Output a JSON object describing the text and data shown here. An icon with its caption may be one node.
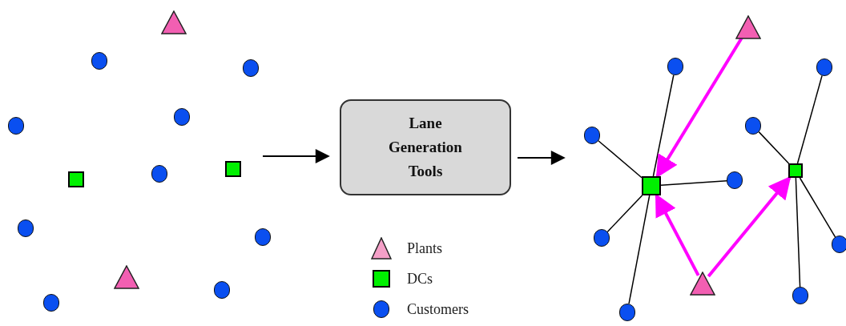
{
  "diagram": {
    "nodes": [
      {
        "text": [],
        "shape": "triangle"
      },
      {
        "text": [],
        "shape": "triangle"
      },
      {
        "text": [],
        "shape": "box"
      },
      {
        "text": [],
        "shape": "box"
      },
      {
        "text": [],
        "shape": "circle"
      },
      {
        "text": [],
        "shape": "circle"
      },
      {
        "text": [],
        "shape": "circle"
      },
      {
        "text": [],
        "shape": "circle"
      },
      {
        "text": [],
        "shape": "circle"
      },
      {
        "text": [],
        "shape": "circle"
      },
      {
        "text": [],
        "shape": "circle"
      },
      {
        "text": [],
        "shape": "circle"
      },
      {
        "text": [],
        "shape": "circle"
      },
      {
        "text": [
          "Lane Generation Tools"
        ]
      },
      {
        "text": [],
        "shape": "triangle"
      },
      {
        "text": [],
        "shape": "triangle"
      },
      {
        "text": [],
        "shape": "box"
      },
      {
        "text": [],
        "shape": "box"
      },
      {
        "text": [],
        "shape": "circle"
      },
      {
        "text": [],
        "shape": "circle"
      },
      {
        "text": [],
        "shape": "circle"
      },
      {
        "text": [],
        "shape": "circle"
      },
      {
        "text": [],
        "shape": "circle"
      },
      {
        "text": [],
        "shape": "circle"
      },
      {
        "text": [],
        "shape": "circle"
      },
      {
        "text": [],
        "shape": "circle"
      },
      {
        "text": [],
        "shape": "circle"
      }
    ],
    "edges": [
      {
        "from": null,
        "to": 13,
        "arrow": "to"
      },
      {
        "from": 13,
        "to": null,
        "arrow": "to"
      },
      {
        "from": 16,
        "to": 18,
        "arrow": "none"
      },
      {
        "from": 16,
        "to": 19,
        "arrow": "none"
      },
      {
        "from": 16,
        "to": 20,
        "arrow": "none"
      },
      {
        "from": 16,
        "to": 21,
        "arrow": "none"
      },
      {
        "from": 16,
        "to": 22,
        "arrow": "none"
      },
      {
        "from": 17,
        "to": 23,
        "arrow": "none"
      },
      {
        "from": 17,
        "to": 24,
        "arrow": "none"
      },
      {
        "from": 17,
        "to": 25,
        "arrow": "none"
      },
      {
        "from": 17,
        "to": 26,
        "arrow": "none"
      },
      {
        "from": 14,
        "to": 16,
        "arrow": "to",
        "style": "thick",
        "color": "#ff00ff"
      },
      {
        "from": 15,
        "to": 16,
        "arrow": "to",
        "style": "thick",
        "color": "#ff00ff"
      },
      {
        "from": 15,
        "to": 17,
        "arrow": "to",
        "style": "thick",
        "color": "#ff00ff"
      }
    ],
    "legend": [
      {
        "text": "Plants"
      },
      {
        "text": "DCs"
      },
      {
        "text": "Customers"
      }
    ]
  }
}
